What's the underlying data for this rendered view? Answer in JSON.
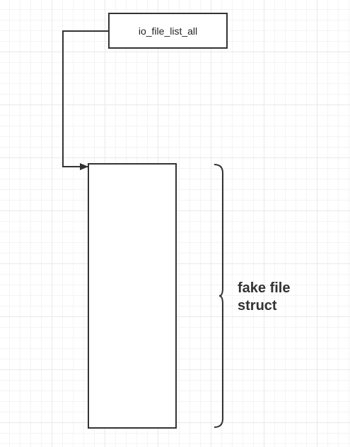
{
  "diagram": {
    "pointer_label": "io_file_list_all",
    "brace_label_line1": "fake file",
    "brace_label_line2": "struct"
  },
  "colors": {
    "stroke": "#333333",
    "grid_major": "#e9e9e9",
    "grid_minor": "#f4f4f4",
    "background": "#ffffff"
  }
}
